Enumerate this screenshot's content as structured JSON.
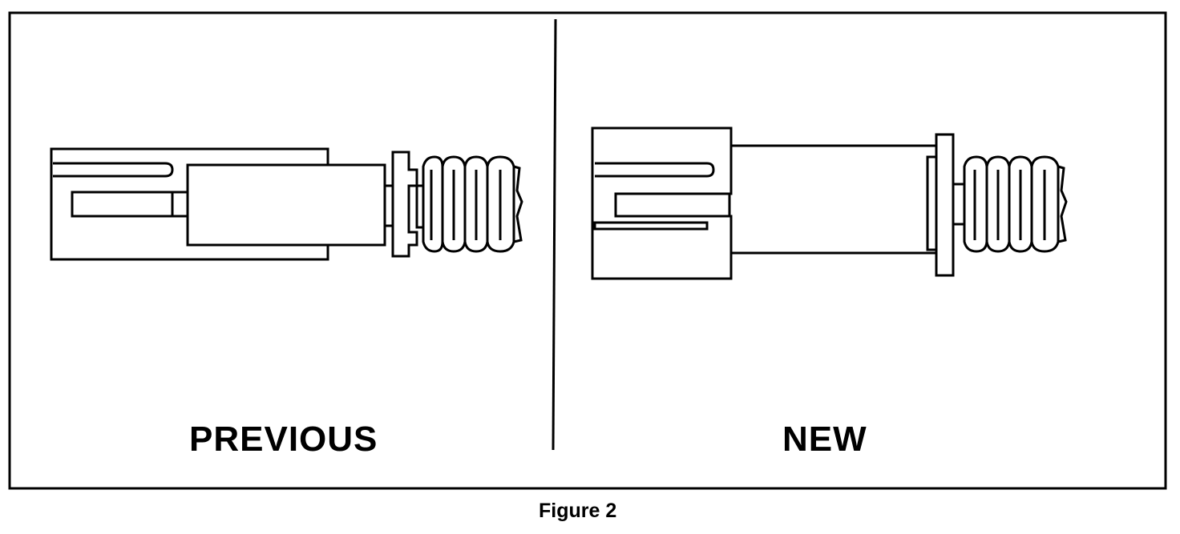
{
  "panels": {
    "previous": {
      "label": "PREVIOUS"
    },
    "new": {
      "label": "NEW"
    }
  },
  "caption": "Figure 2"
}
